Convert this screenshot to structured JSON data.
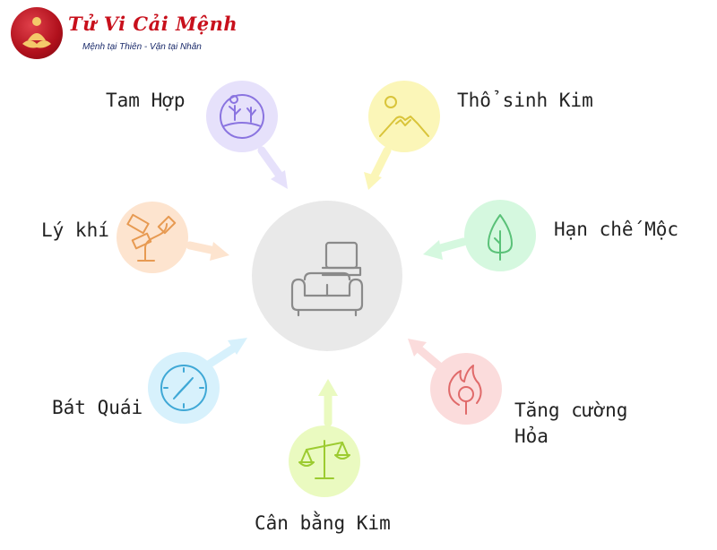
{
  "brand": {
    "name": "Tử Vi Cải Mệnh",
    "slogan": "Mệnh tại Thiên - Vận tại Nhân"
  },
  "center": {
    "icon": "sofa-icon",
    "color": "#e9e9e9"
  },
  "items": [
    {
      "id": "tam-hop",
      "label": "Tam Hợp",
      "icon": "landscape-icon",
      "color": "#e6e1fb",
      "stroke": "#8a74e0"
    },
    {
      "id": "tho-sinh-kim",
      "label": "Thổ sinh Kim",
      "icon": "mountain-sun-icon",
      "color": "#fbf6b8",
      "stroke": "#d9c43a"
    },
    {
      "id": "han-che-moc",
      "label": "Hạn chế Mộc",
      "icon": "tree-icon",
      "color": "#d5f8df",
      "stroke": "#5ac178"
    },
    {
      "id": "tang-cuong-hoa",
      "label": "Tăng cường Hỏa",
      "label_line1": "Tăng cường",
      "label_line2": "Hỏa",
      "icon": "fire-icon",
      "color": "#fbdcdc",
      "stroke": "#e06a6a"
    },
    {
      "id": "can-bang-kim",
      "label": "Cân bằng Kim",
      "icon": "scale-icon",
      "color": "#eafac0",
      "stroke": "#9ccb30"
    },
    {
      "id": "bat-quai",
      "label": "Bát Quái",
      "icon": "compass-icon",
      "color": "#d7f1fc",
      "stroke": "#3fa8d6"
    },
    {
      "id": "ly-khi",
      "label": "Lý khí",
      "icon": "signpost-icon",
      "color": "#fde4cf",
      "stroke": "#e79a52"
    }
  ]
}
